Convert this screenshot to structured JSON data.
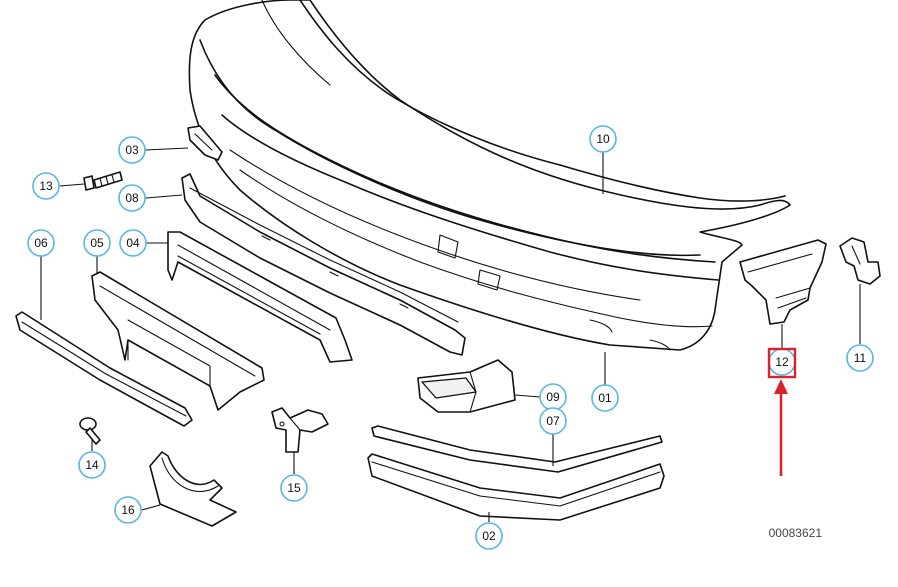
{
  "diagram": {
    "parts": [
      {
        "id": "01",
        "label": "01"
      },
      {
        "id": "02",
        "label": "02"
      },
      {
        "id": "03",
        "label": "03"
      },
      {
        "id": "04",
        "label": "04"
      },
      {
        "id": "05",
        "label": "05"
      },
      {
        "id": "06",
        "label": "06"
      },
      {
        "id": "07",
        "label": "07"
      },
      {
        "id": "08",
        "label": "08"
      },
      {
        "id": "09",
        "label": "09"
      },
      {
        "id": "10",
        "label": "10"
      },
      {
        "id": "11",
        "label": "11"
      },
      {
        "id": "12",
        "label": "12",
        "highlighted": true
      },
      {
        "id": "13",
        "label": "13"
      },
      {
        "id": "14",
        "label": "14"
      },
      {
        "id": "15",
        "label": "15"
      },
      {
        "id": "16",
        "label": "16"
      }
    ],
    "image_code": "00083621",
    "colors": {
      "bubble_stroke": "#59b6e6",
      "highlight": "#d9232a",
      "line": "#111111"
    }
  }
}
